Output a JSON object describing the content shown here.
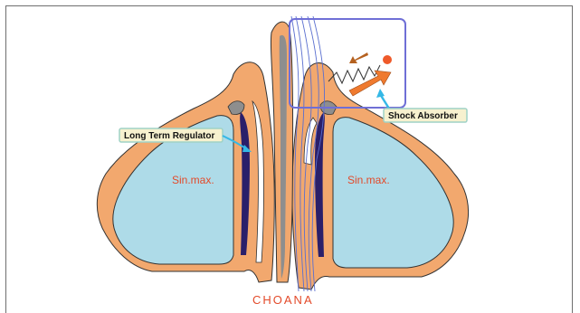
{
  "labels": {
    "sinus_left": "Sin.max.",
    "sinus_right": "Sin.max.",
    "choana": "CHOANA",
    "long_term_regulator": "Long Term Regulator",
    "shock_absorber": "Shock Absorber"
  },
  "colors": {
    "bone": "#f2a86e",
    "bone_outline": "#333333",
    "sinus": "#aedbe8",
    "septum": "#8e8e8e",
    "turbinate": "#2a1f6a",
    "airflow": "#5a6fcf",
    "callout_box": "#f7f1cf",
    "arrow_cyan": "#35b8e6",
    "arrow_orange": "#ef7a2f",
    "inset_border": "#6f6fd6"
  }
}
